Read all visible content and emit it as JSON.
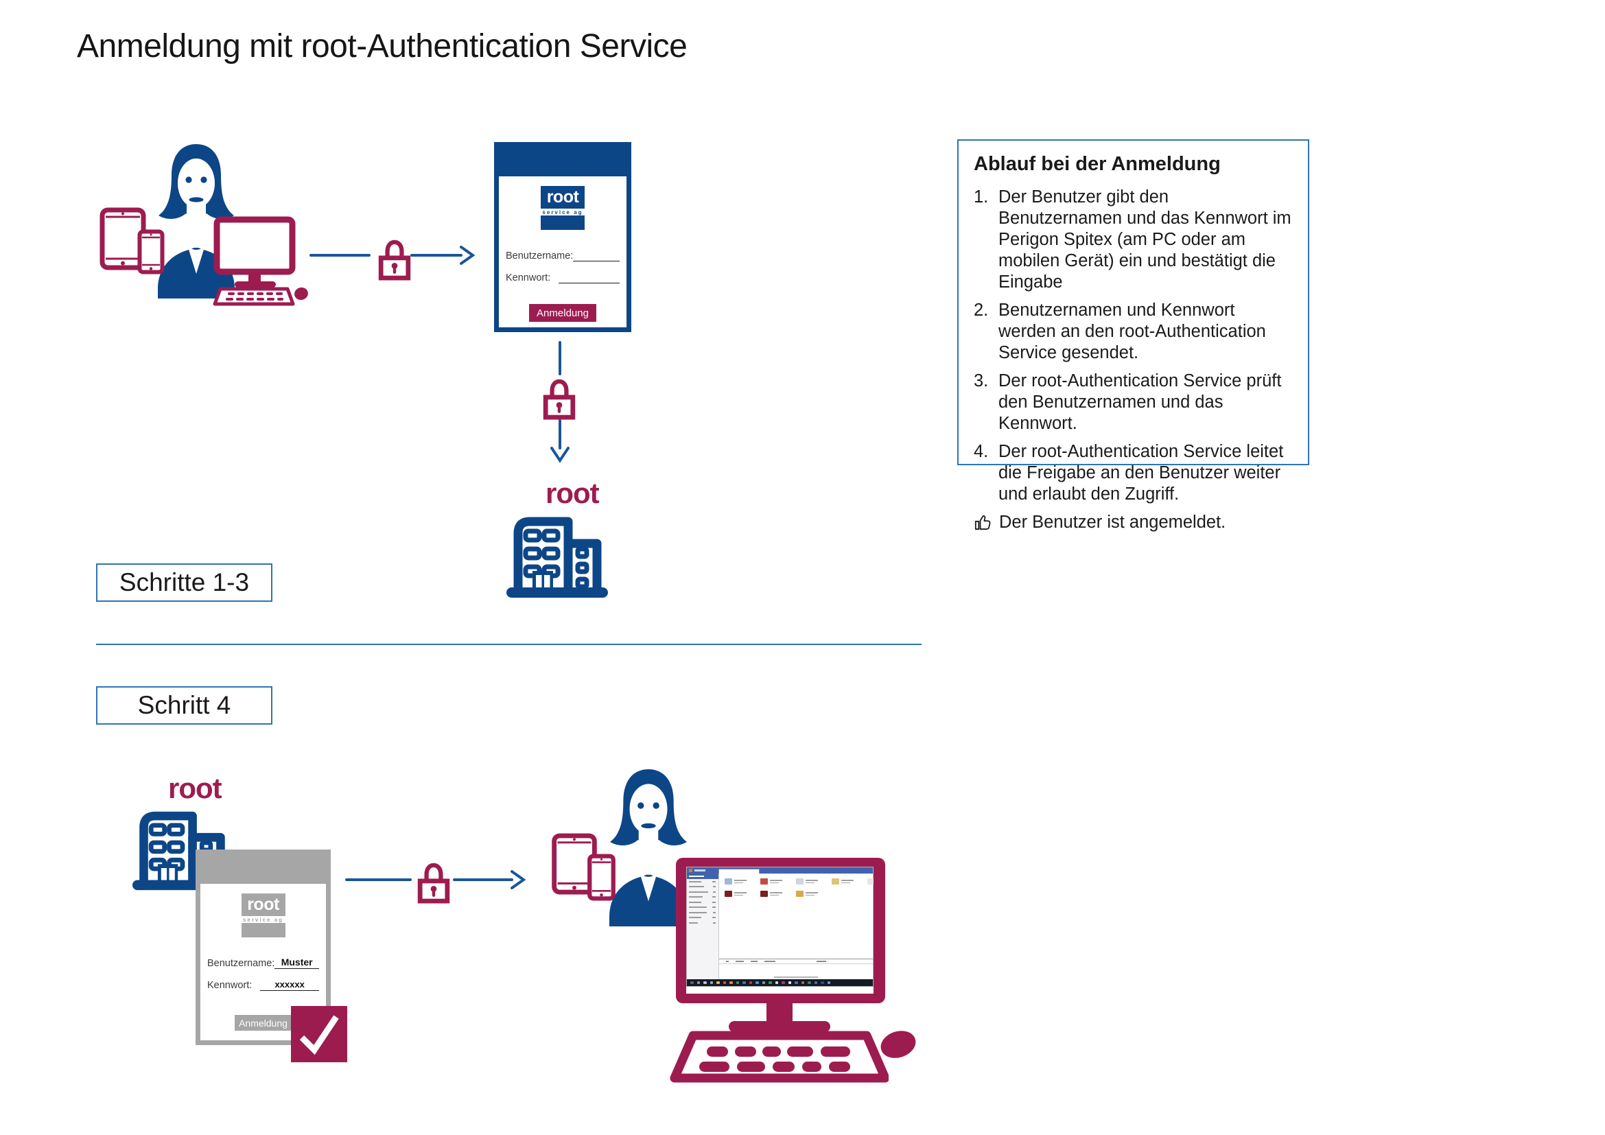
{
  "page": {
    "title": "Anmeldung mit root-Authentication Service"
  },
  "colors": {
    "brand_blue": "#0d4687",
    "arrow_blue": "#1a5598",
    "box_border_blue": "#2e74b5",
    "brand_crimson": "#9d1c50",
    "inactive_gray": "#a6a6a6"
  },
  "step_labels": {
    "steps_1_3": "Schritte 1-3",
    "step_4": "Schritt 4"
  },
  "building_top": {
    "label": "root"
  },
  "building_bottom": {
    "label": "root"
  },
  "login_form": {
    "logo_title": "root",
    "logo_subtitle": "service ag",
    "username_label": "Benutzername:",
    "password_label": "Kennwort:",
    "submit_label": "Anmeldung"
  },
  "login_form_filled": {
    "logo_title": "root",
    "logo_subtitle": "service ag",
    "username_label": "Benutzername:",
    "password_label": "Kennwort:",
    "username_value": "Muster",
    "password_value": "xxxxxx",
    "submit_label": "Anmeldung"
  },
  "info_panel": {
    "title": "Ablauf bei der Anmeldung",
    "items": [
      {
        "num": "1.",
        "text": "Der Benutzer gibt den Benutzernamen und das Kennwort im Perigon Spitex (am PC oder am mobilen Gerät) ein und bestätigt die Eingabe"
      },
      {
        "num": "2.",
        "text": "Benutzernamen und Kennwort werden an den root-Authentication Service gesendet."
      },
      {
        "num": "3.",
        "text": "Der root-Authentication Service prüft den Benutzernamen und das Kennwort."
      },
      {
        "num": "4.",
        "text": "Der root-Authentication Service leitet die Freigabe an den Benutzer weiter und erlaubt den Zugriff."
      }
    ],
    "result": "Der Benutzer ist angemeldet."
  }
}
